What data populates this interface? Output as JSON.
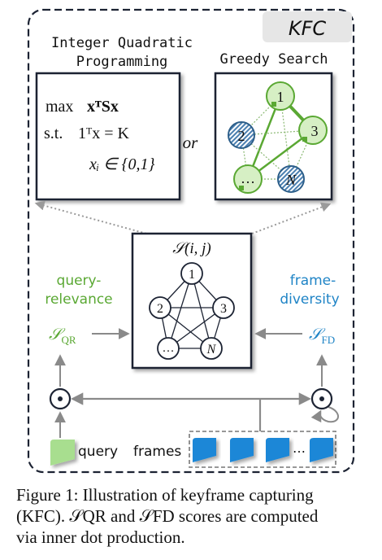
{
  "badge": "KFC",
  "left_panel": {
    "title_line1": "Integer Quadratic",
    "title_line2": "Programming",
    "eq1_op": "max",
    "eq1_expr": "xᵀSx",
    "eq2_op": "s.t.",
    "eq2_expr": "1ᵀx = K",
    "eq3_expr": "xᵢ ∈ {0,1}"
  },
  "or_label": "or",
  "right_panel": {
    "title": "Greedy Search",
    "nodes": [
      "1",
      "2",
      "3",
      "…",
      "N"
    ]
  },
  "center_panel": {
    "title": "𝒮(i, j)",
    "nodes": [
      "1",
      "2",
      "3",
      "…",
      "N"
    ]
  },
  "query_relevance_line1": "query-",
  "query_relevance_line2": "relevance",
  "frame_diversity_line1": "frame-",
  "frame_diversity_line2": "diversity",
  "s_qr": "𝒮",
  "s_qr_sub": "QR",
  "s_fd": "𝒮",
  "s_fd_sub": "FD",
  "query_label": "query",
  "frames_label": "frames",
  "frames_ellipsis": "…",
  "colors": {
    "green": "#5aa833",
    "green_fill": "#d6efc4",
    "blue": "#1f84c6",
    "blue_token": "#1e87d7",
    "query_token": "#a8de8f",
    "arrow_gray": "#8a8a8a",
    "dark": "#1c2333"
  },
  "caption": {
    "line1": "Figure 1: Illustration of keyframe capturing",
    "line2": "(KFC). 𝒮QR and 𝒮FD scores are computed",
    "line3": "via inner dot production."
  }
}
